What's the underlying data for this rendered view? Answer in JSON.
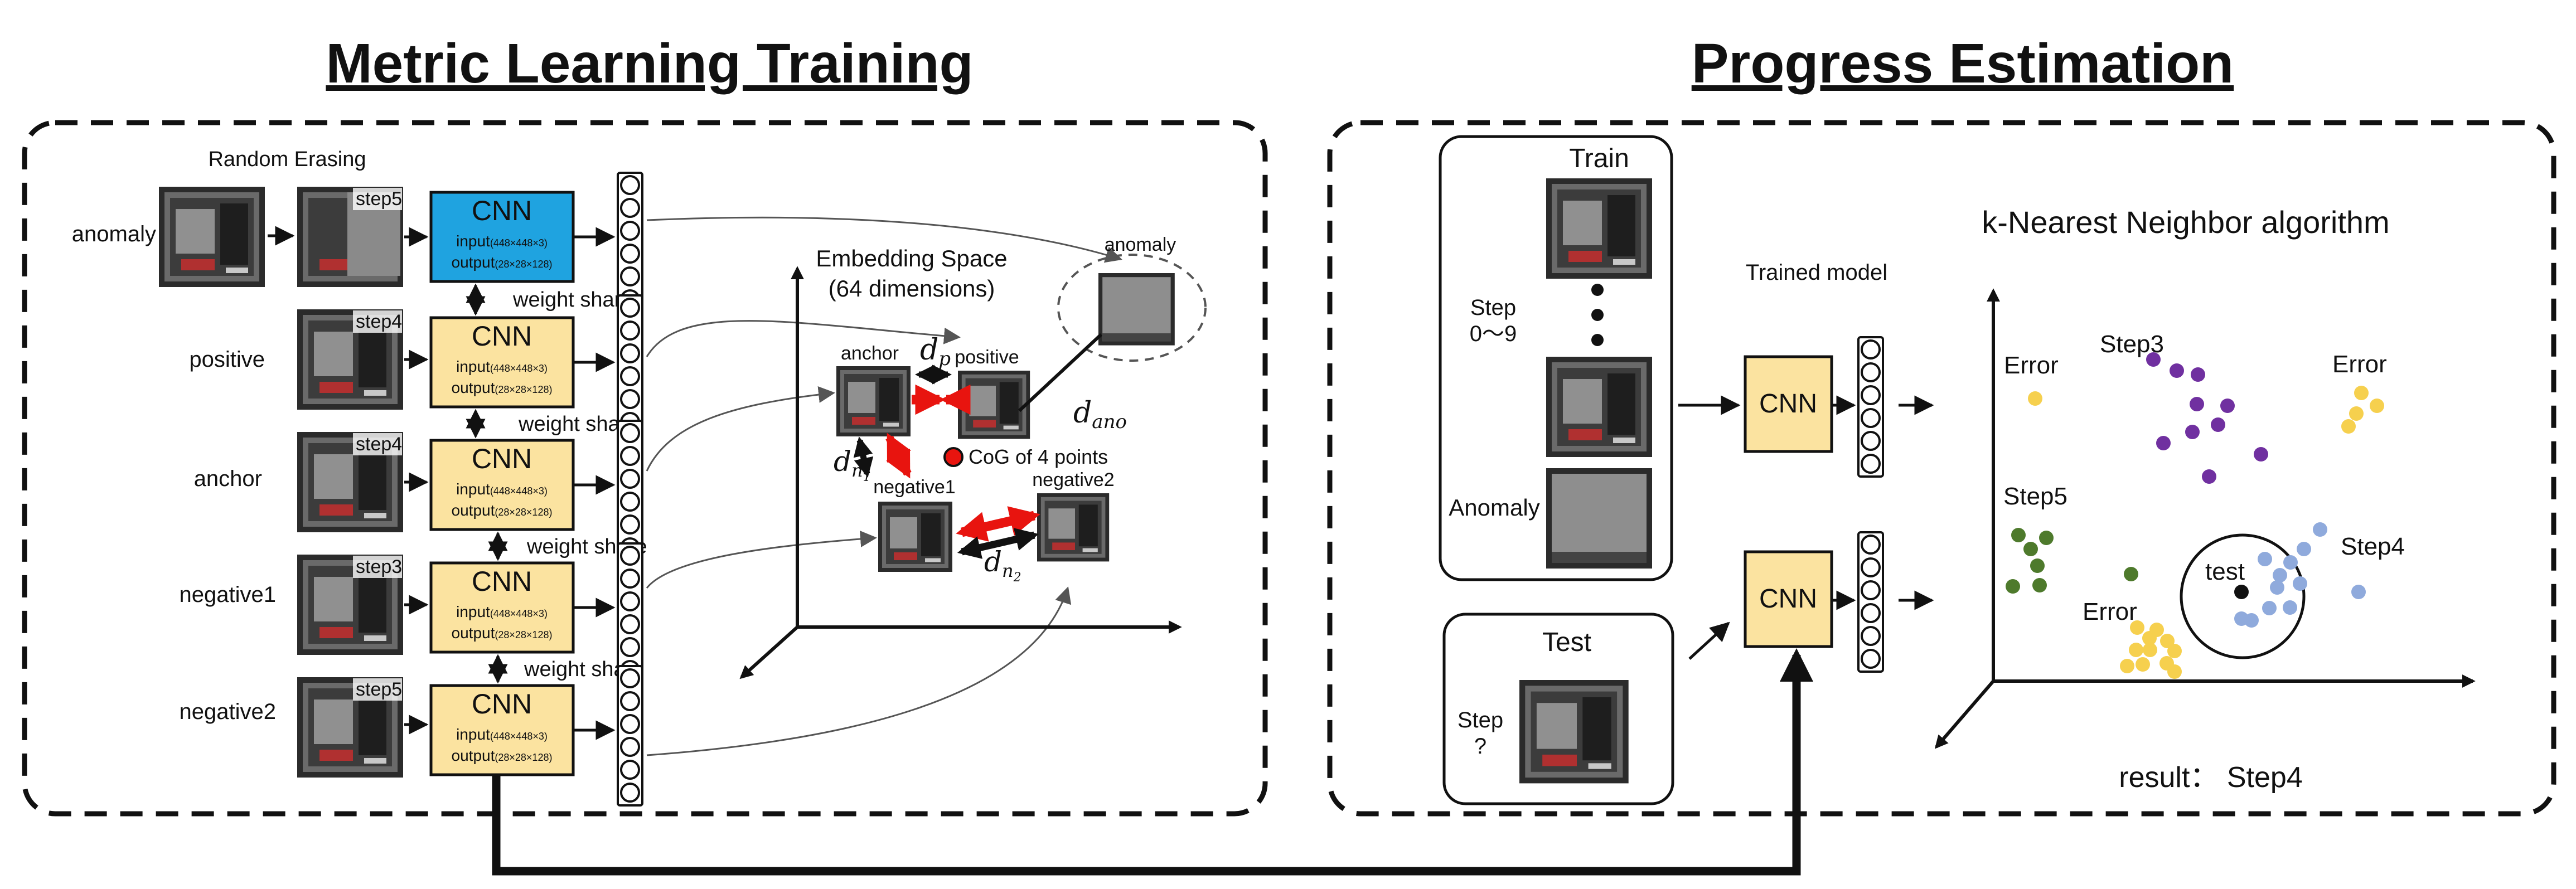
{
  "colors": {
    "cnn_blue": "#1fa3e0",
    "cnn_yellow": "#fbe3a0",
    "arrow_red": "#e8140f",
    "purple": "#7030a0",
    "green": "#4e7a2c",
    "yellow": "#f6d04e",
    "blue": "#8faadc"
  },
  "left": {
    "title": "Metric Learning Training",
    "random_erasing": "Random Erasing",
    "rows": [
      {
        "label": "anomaly",
        "step": "step5"
      },
      {
        "label": "positive",
        "step": "step4"
      },
      {
        "label": "anchor",
        "step": "step4"
      },
      {
        "label": "negative1",
        "step": "step3"
      },
      {
        "label": "negative2",
        "step": "step5"
      }
    ],
    "cnn": {
      "title": "CNN",
      "input_prefix": "input",
      "input_dims": "(448×448×3)",
      "output_prefix": "output",
      "output_dims": "(28×28×128)"
    },
    "weight_share": "weight share",
    "embedding": {
      "title_line1": "Embedding Space",
      "title_line2": "(64 dimensions)",
      "anomaly": "anomaly",
      "anchor": "anchor",
      "positive": "positive",
      "negative1": "negative1",
      "negative2": "negative2",
      "cog": "CoG of 4 points",
      "d_p": "d",
      "d_p_sub": "p",
      "d_ano": "d",
      "d_ano_sub": "ano",
      "d_n1": "d",
      "d_n1_sub": "n",
      "d_n1_subsub": "1",
      "d_n2": "d",
      "d_n2_sub": "n",
      "d_n2_subsub": "2"
    }
  },
  "right": {
    "title": "Progress Estimation",
    "train": "Train",
    "step_line1": "Step",
    "step_line2": "0〜9",
    "anomaly": "Anomaly",
    "test": "Test",
    "test_step_line1": "Step",
    "test_step_line2": "?",
    "trained_model": "Trained model",
    "cnn": "CNN",
    "knn_title": "k-Nearest Neighbor algorithm",
    "labels": {
      "error_top_left": "Error",
      "step3": "Step3",
      "error_top_right": "Error",
      "step5": "Step5",
      "step4": "Step4",
      "test": "test",
      "error_bottom": "Error"
    },
    "result": "result： Step4"
  }
}
